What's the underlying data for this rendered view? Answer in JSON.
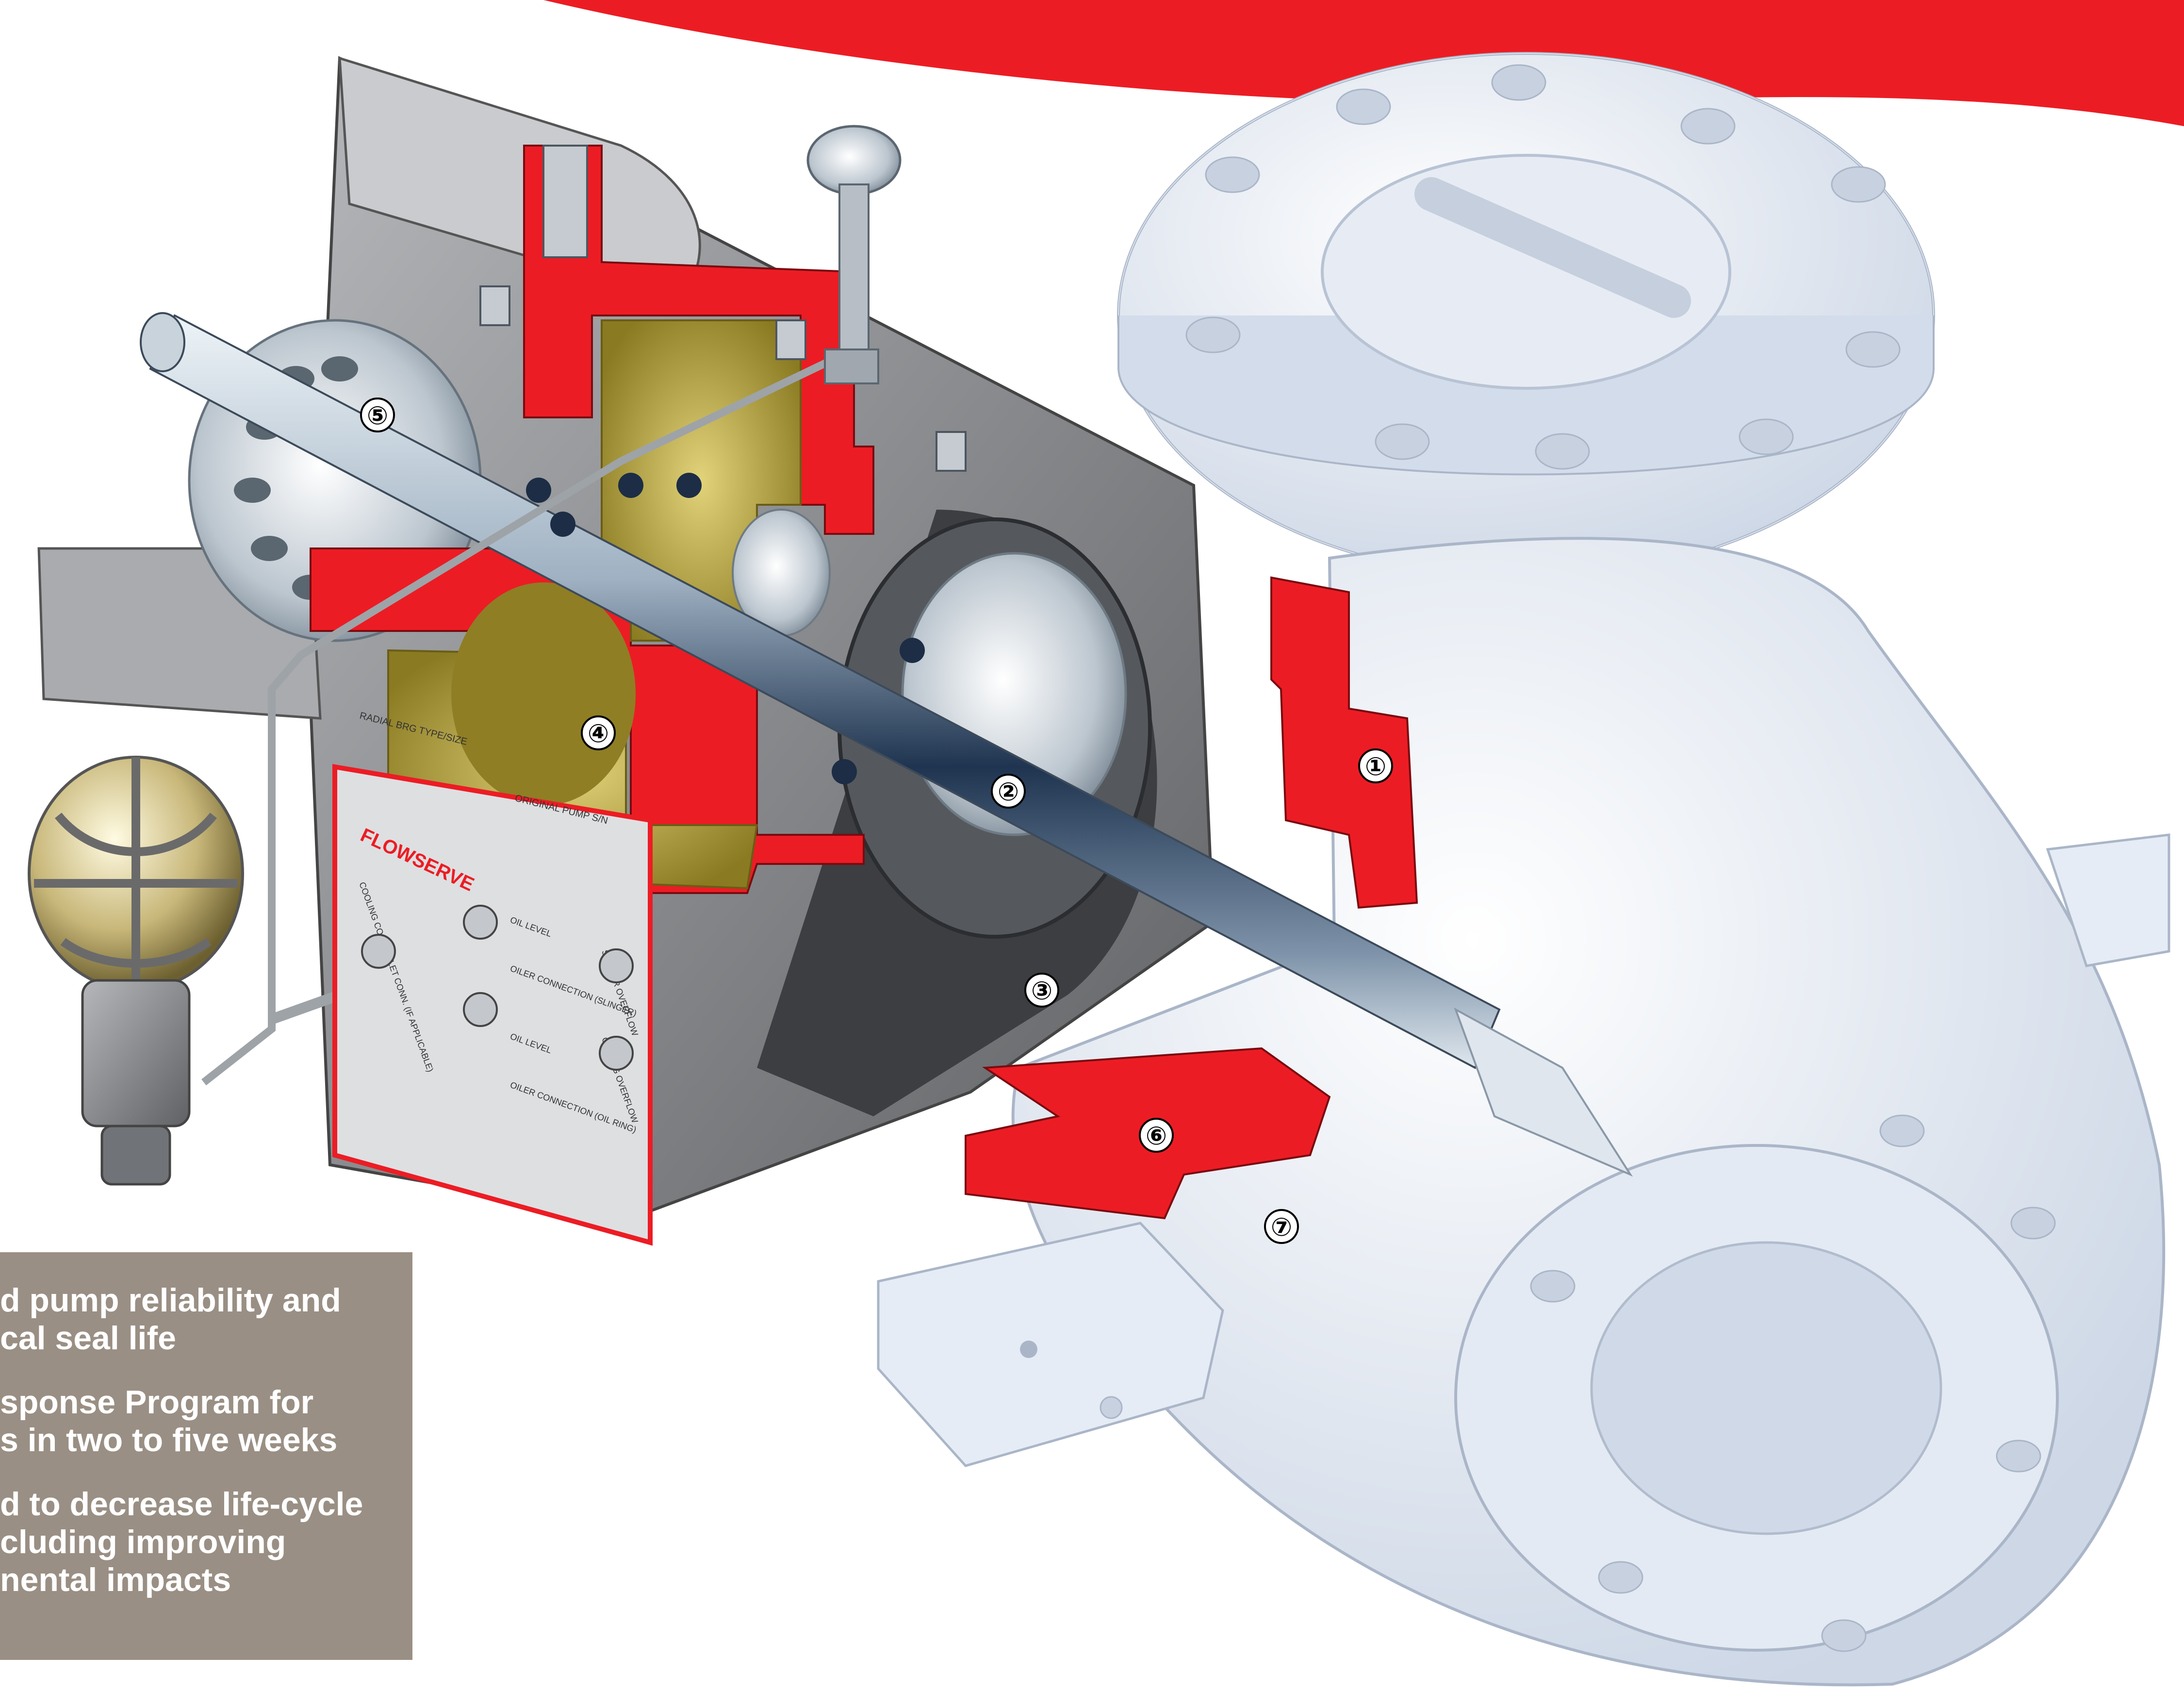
{
  "callouts": [
    {
      "lines": [
        "d pump reliability and",
        "cal seal life"
      ]
    },
    {
      "lines": [
        "sponse Program for",
        "s in two to five weeks"
      ]
    },
    {
      "lines": [
        "d to decrease life-cycle",
        "cluding improving",
        "nental impacts"
      ]
    }
  ],
  "parts": [
    {
      "label": "①"
    },
    {
      "label": "②"
    },
    {
      "label": "③"
    },
    {
      "label": "④"
    },
    {
      "label": "⑤"
    },
    {
      "label": "⑥"
    },
    {
      "label": "⑦"
    }
  ],
  "housing": {
    "brand": "FLOWSERVE",
    "top_plate_labels": [
      "RADIAL BRG TYPE/SIZE",
      "ORIGINAL PUMP S/N"
    ],
    "port_labels": [
      "COOLING COIL OUTLET CONN. (IF APPLICABLE)",
      "SLINGER OVERFLOW",
      "OIL LEVEL",
      "OILER CONNECTION (SLINGER)",
      "OIL RING OVERFLOW",
      "OIL LEVEL",
      "OILER CONNECTION (OIL RING)"
    ]
  },
  "colors": {
    "accent_red": "#ec1c24",
    "callout_bg": "#9a8f84",
    "bearing_gold": "#b9a53a",
    "housing_gray": "#8a8c8f",
    "pump_casing": "#e3e9f3"
  }
}
